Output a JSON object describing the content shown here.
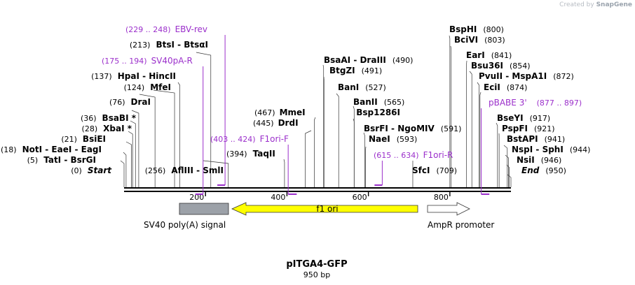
{
  "credit": {
    "prefix": "Created by",
    "brand": "SnapGene"
  },
  "title": "pITGA4-GFP",
  "subtitle": "950 bp",
  "total_bp": 950,
  "colors": {
    "primer": "#9b2fcb",
    "text": "#000000",
    "ruler": "#000000",
    "feature_grey": "#9ca1a8",
    "feature_yellow": "#ffff00",
    "feature_white": "#ffffff"
  },
  "ruler": {
    "ticks": [
      "200",
      "400",
      "600",
      "800"
    ]
  },
  "enzymes": [
    {
      "pos": "(0)",
      "name": "Start",
      "site": 0,
      "italic": true
    },
    {
      "pos": "(5)",
      "name": "TatI  -  BsrGI",
      "site": 5
    },
    {
      "pos": "(18)",
      "name": "NotI  -  EaeI  -  EagI",
      "site": 18
    },
    {
      "pos": "(21)",
      "name": "BsiEI",
      "site": 21
    },
    {
      "pos": "(28)",
      "name": "XbaI *",
      "site": 28
    },
    {
      "pos": "(36)",
      "name": "BsaBI *",
      "site": 36
    },
    {
      "pos": "(76)",
      "name": "DraI",
      "site": 76
    },
    {
      "pos": "(124)",
      "name": "MfeI",
      "site": 124
    },
    {
      "pos": "(137)",
      "name": "HpaI  -  HincII",
      "site": 137
    },
    {
      "pos": "(213)",
      "name": "BtsI  -  BtsαI",
      "site": 213
    },
    {
      "pos": "(256)",
      "name": "AflIII  -  SmlI",
      "site": 256
    },
    {
      "pos": "(394)",
      "name": "TaqII",
      "site": 394
    },
    {
      "pos": "(445)",
      "name": "DrdI",
      "site": 445
    },
    {
      "pos": "(467)",
      "name": "MmeI",
      "site": 467
    },
    {
      "pos": "(490)",
      "name": "BsaAI  -  DraIII",
      "site": 490
    },
    {
      "pos": "(491)",
      "name": "BtgZI",
      "site": 491
    },
    {
      "pos": "(527)",
      "name": "BanI",
      "site": 527
    },
    {
      "pos": "(565)",
      "name": "BanII",
      "site": 565
    },
    {
      "pos": "",
      "name": "Bsp1286I",
      "site": 565
    },
    {
      "pos": "(591)",
      "name": "BsrFI  -  NgoMIV",
      "site": 591
    },
    {
      "pos": "(593)",
      "name": "NaeI",
      "site": 593
    },
    {
      "pos": "(709)",
      "name": "SfcI",
      "site": 709
    },
    {
      "pos": "(800)",
      "name": "BspHI",
      "site": 800
    },
    {
      "pos": "(803)",
      "name": "BciVI",
      "site": 803
    },
    {
      "pos": "(841)",
      "name": "EarI",
      "site": 841
    },
    {
      "pos": "(854)",
      "name": "Bsu36I",
      "site": 854
    },
    {
      "pos": "(872)",
      "name": "PvuII  -  MspA1I",
      "site": 872
    },
    {
      "pos": "(874)",
      "name": "EciI",
      "site": 874
    },
    {
      "pos": "(917)",
      "name": "BseYI",
      "site": 917
    },
    {
      "pos": "(921)",
      "name": "PspFI",
      "site": 921
    },
    {
      "pos": "(941)",
      "name": "BstAPI",
      "site": 941
    },
    {
      "pos": "(944)",
      "name": "NspI  -  SphI",
      "site": 944
    },
    {
      "pos": "(946)",
      "name": "NsiI",
      "site": 946
    },
    {
      "pos": "(950)",
      "name": "End",
      "site": 950,
      "italic": true
    }
  ],
  "primers": [
    {
      "range": "(229 .. 248)",
      "name": "EBV-rev",
      "start": 229,
      "end": 248,
      "strand": "reverse"
    },
    {
      "range": "(175 .. 194)",
      "name": "SV40pA-R",
      "start": 175,
      "end": 194,
      "strand": "reverse"
    },
    {
      "range": "(403 .. 424)",
      "name": "F1ori-F",
      "start": 403,
      "end": 424,
      "strand": "forward"
    },
    {
      "range": "(615 .. 634)",
      "name": "F1ori-R",
      "start": 615,
      "end": 634,
      "strand": "reverse"
    },
    {
      "range": "(877 .. 897)",
      "name": "pBABE 3'",
      "start": 877,
      "end": 897,
      "strand": "forward"
    }
  ],
  "features": [
    {
      "name": "SV40 poly(A) signal",
      "start": 137,
      "end": 258,
      "type": "box",
      "color": "#9ca1a8"
    },
    {
      "name": "f1 ori",
      "start": 265,
      "end": 720,
      "type": "arrow-left",
      "color": "#ffff00",
      "label_inside": true
    },
    {
      "name": "AmpR promoter",
      "start": 745,
      "end": 850,
      "type": "arrow-right",
      "color": "#ffffff"
    }
  ]
}
